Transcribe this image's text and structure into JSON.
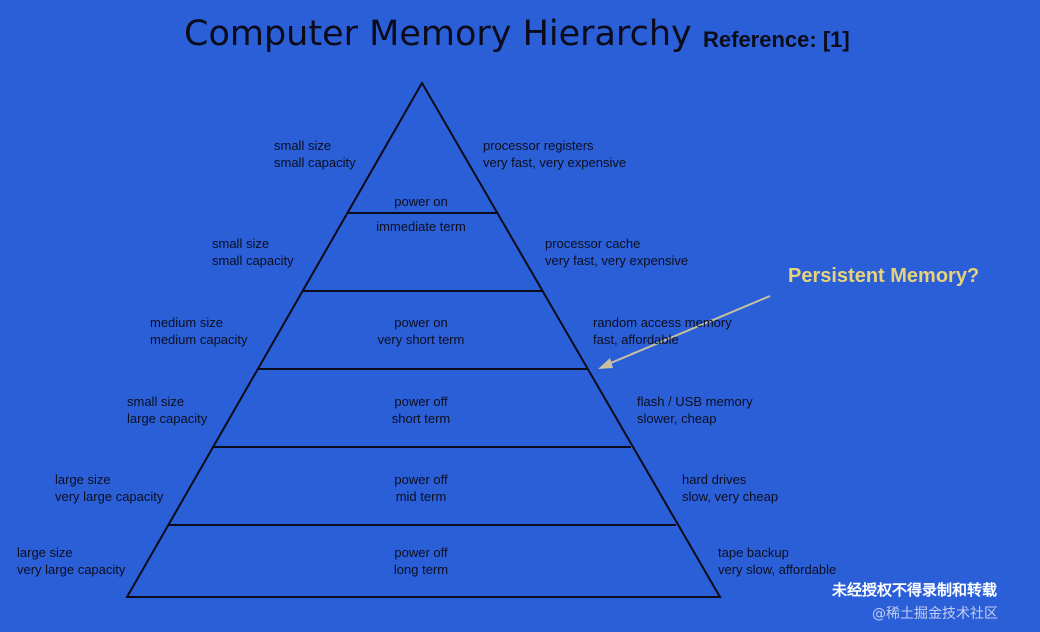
{
  "title": "Computer Memory Hierarchy",
  "reference": "Reference: [1]",
  "callout": "Persistent Memory?",
  "levels": [
    {
      "left": [
        "small size",
        "small capacity"
      ],
      "center": [
        "power on",
        "immediate term"
      ],
      "right": [
        "processor registers",
        "very fast, very expensive"
      ]
    },
    {
      "left": [
        "small size",
        "small capacity"
      ],
      "center": [
        "",
        ""
      ],
      "right": [
        "processor cache",
        "very fast, very expensive"
      ]
    },
    {
      "left": [
        "medium size",
        "medium capacity"
      ],
      "center": [
        "power on",
        "very short term"
      ],
      "right": [
        "random access memory",
        "fast, affordable"
      ]
    },
    {
      "left": [
        "small size",
        "large capacity"
      ],
      "center": [
        "power off",
        "short term"
      ],
      "right": [
        "flash / USB memory",
        "slower, cheap"
      ]
    },
    {
      "left": [
        "large size",
        "very large capacity"
      ],
      "center": [
        "power off",
        "mid term"
      ],
      "right": [
        "hard drives",
        "slow, very cheap"
      ]
    },
    {
      "left": [
        "large size",
        "very large capacity"
      ],
      "center": [
        "power off",
        "long term"
      ],
      "right": [
        "tape backup",
        "very slow, affordable"
      ]
    }
  ],
  "watermark": {
    "line1": "未经授权不得录制和转载",
    "line2": "@稀土掘金技术社区"
  },
  "colors": {
    "background": "#2a5fd8",
    "lines": "#0b0b1a",
    "callout": "#e8d27a"
  }
}
